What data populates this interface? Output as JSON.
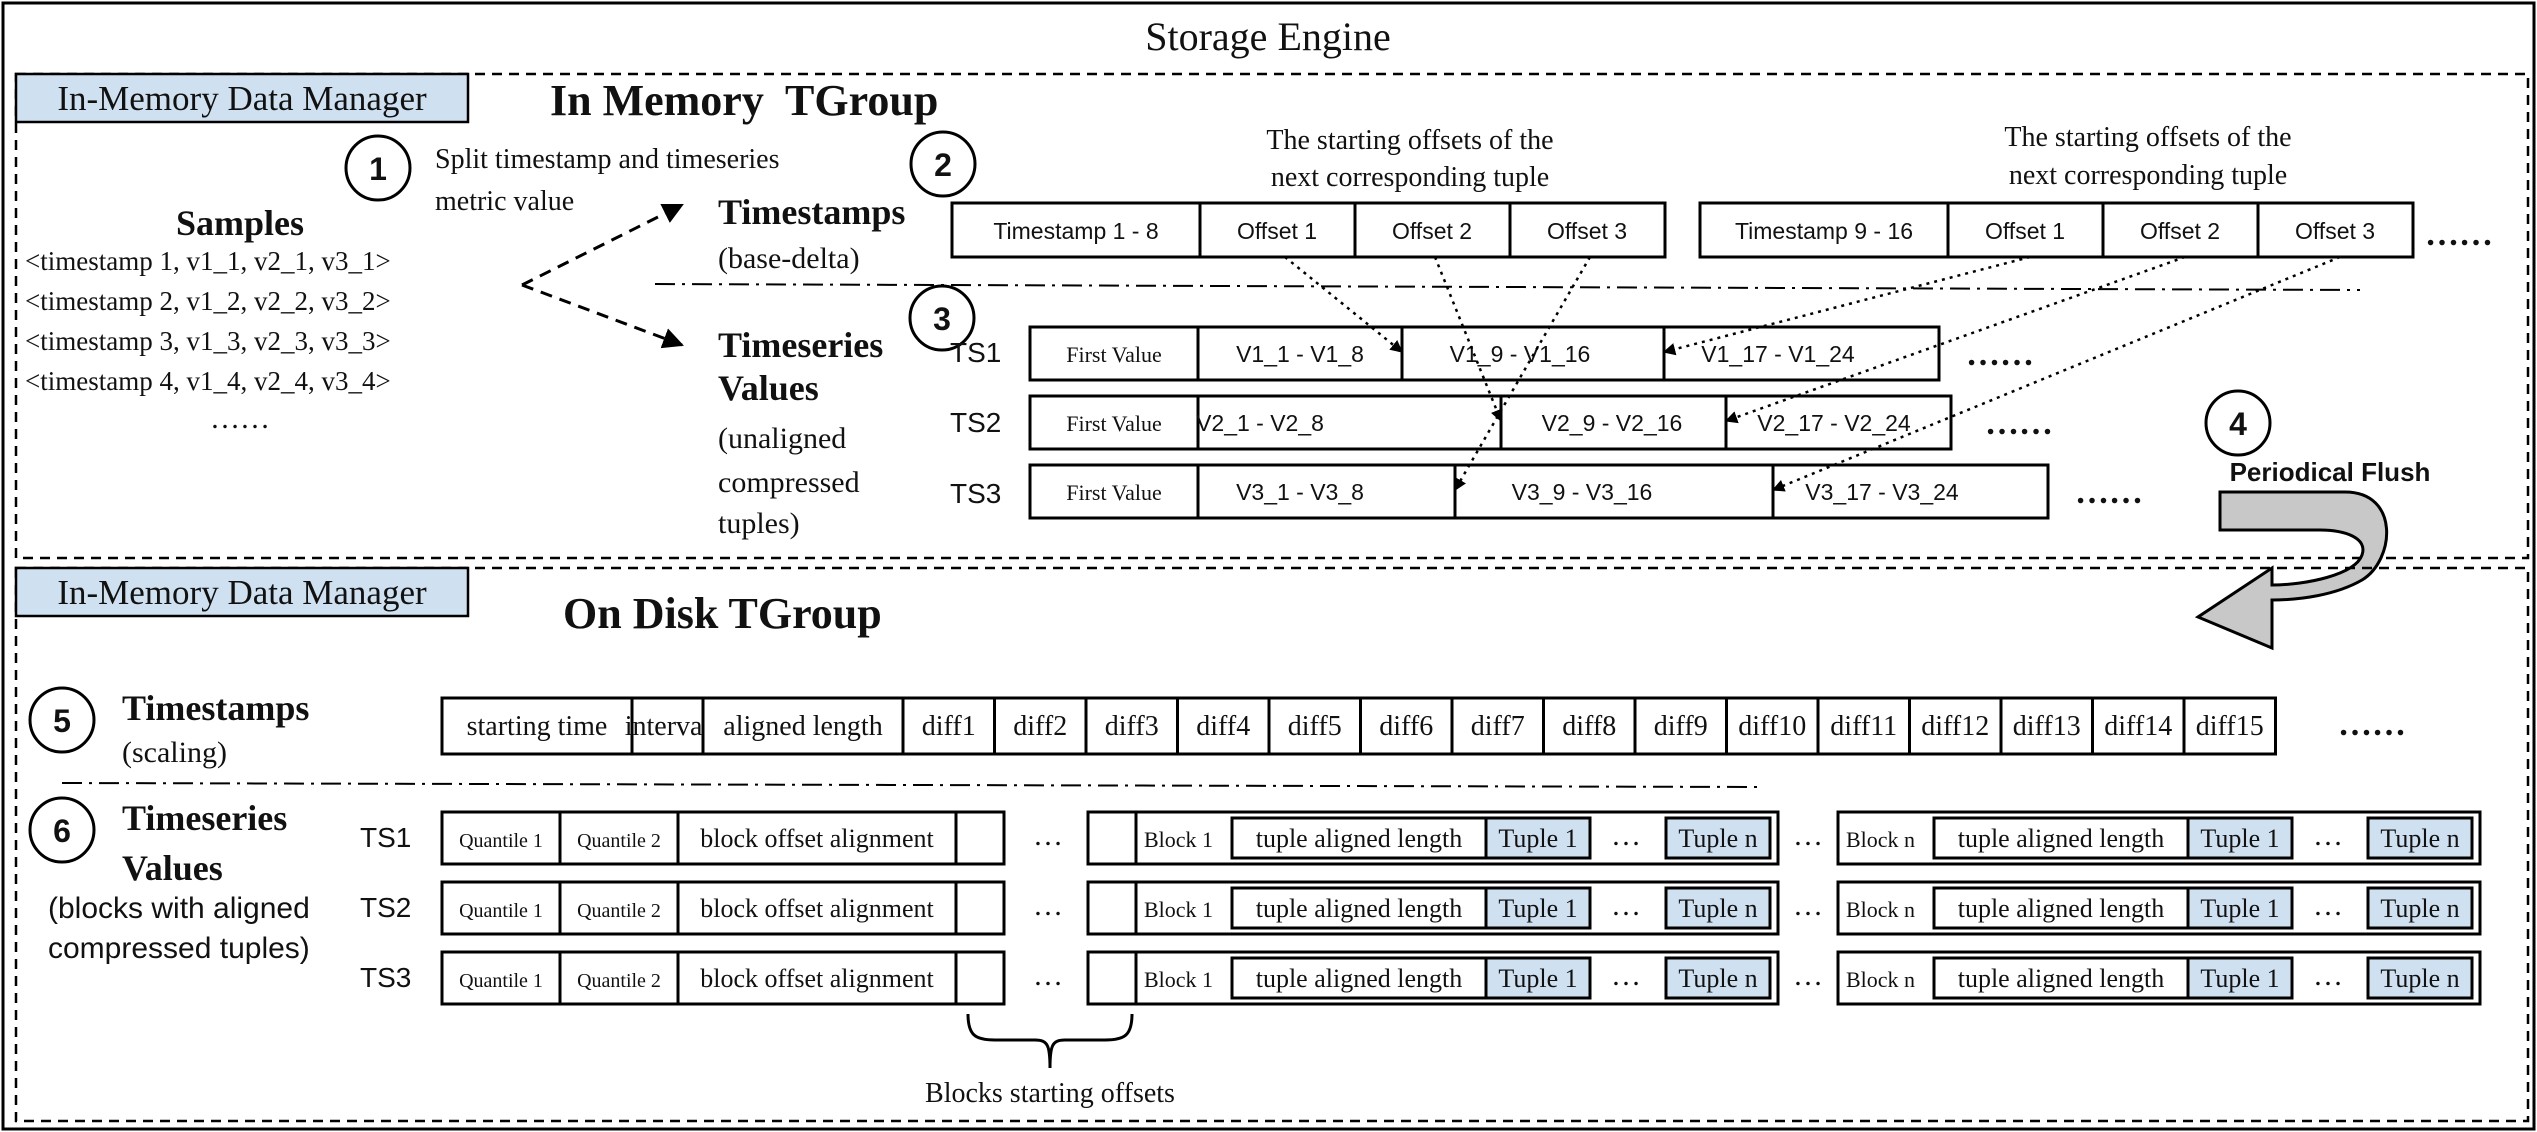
{
  "title": "Storage Engine",
  "colors": {
    "label_fill": "#cfe0f1",
    "stroke": "#000000",
    "background": "#ffffff",
    "flush_arrow": "#c8c8c8"
  },
  "memory_section": {
    "manager_label": "In-Memory Data Manager",
    "title": "In Memory  TGroup",
    "samples": {
      "heading": "Samples",
      "rows": [
        "<timestamp 1, v1_1, v2_1, v3_1>",
        "<timestamp 2, v1_2, v2_2, v3_2>",
        "<timestamp 3, v1_3, v2_3, v3_3>",
        "<timestamp 4, v1_4, v2_4, v3_4>"
      ],
      "more": "……"
    },
    "step1": {
      "number": "1",
      "text_line1": "Split timestamp and timeseries",
      "text_line2": "metric value"
    },
    "step2": {
      "number": "2"
    },
    "step3": {
      "number": "3"
    },
    "step4": {
      "number": "4",
      "label": "Periodical Flush"
    },
    "timestamps": {
      "heading": "Timestamps",
      "subheading": "(base-delta)",
      "offsets_note_line1": "The starting offsets of the",
      "offsets_note_line2": "next corresponding tuple",
      "group1": [
        "Timestamp 1 - 8",
        "Offset 1",
        "Offset 2",
        "Offset 3"
      ],
      "group2": [
        "Timestamp 9 - 16",
        "Offset 1",
        "Offset 2",
        "Offset 3"
      ],
      "more": "……"
    },
    "values": {
      "heading_line1": "Timeseries",
      "heading_line2": "Values",
      "sub_line1": "(unaligned",
      "sub_line2": "compressed",
      "sub_line3": "tuples)",
      "rows": [
        {
          "label": "TS1",
          "first": "First Value",
          "cells": [
            "V1_1 - V1_8",
            "V1_9 - V1_16",
            "V1_17 - V1_24"
          ],
          "more": "……"
        },
        {
          "label": "TS2",
          "first": "First Value",
          "cells": [
            "V2_1 - V2_8",
            "V2_9 - V2_16",
            "V2_17 - V2_24"
          ],
          "more": "……"
        },
        {
          "label": "TS3",
          "first": "First Value",
          "cells": [
            "V3_1 - V3_8",
            "V3_9 - V3_16",
            "V3_17 - V3_24"
          ],
          "more": "……"
        }
      ]
    }
  },
  "disk_section": {
    "manager_label": "In-Memory Data Manager",
    "title": "On Disk TGroup",
    "step5": {
      "number": "5"
    },
    "step6": {
      "number": "6"
    },
    "timestamps": {
      "heading": "Timestamps",
      "subheading": "(scaling)",
      "cells": [
        "starting time",
        "interval",
        "aligned length",
        "diff1",
        "diff2",
        "diff3",
        "diff4",
        "diff5",
        "diff6",
        "diff7",
        "diff8",
        "diff9",
        "diff10",
        "diff11",
        "diff12",
        "diff13",
        "diff14",
        "diff15"
      ],
      "more": "……"
    },
    "values": {
      "heading_line1": "Timeseries",
      "heading_line2": "Values",
      "sub_line1": "(blocks with aligned",
      "sub_line2": "compressed tuples)",
      "rows": [
        {
          "label": "TS1",
          "quantile1": "Quantile 1",
          "quantile2": "Quantile 2",
          "block_offset": "block offset alignment",
          "block_first": "Block 1",
          "block_last": "Block n",
          "tuple_len": "tuple aligned length",
          "tuple_first": "Tuple 1",
          "tuple_last": "Tuple n"
        },
        {
          "label": "TS2",
          "quantile1": "Quantile 1",
          "quantile2": "Quantile 2",
          "block_offset": "block offset alignment",
          "block_first": "Block 1",
          "block_last": "Block n",
          "tuple_len": "tuple aligned length",
          "tuple_first": "Tuple 1",
          "tuple_last": "Tuple n"
        },
        {
          "label": "TS3",
          "quantile1": "Quantile 1",
          "quantile2": "Quantile 2",
          "block_offset": "block offset alignment",
          "block_first": "Block 1",
          "block_last": "Block n",
          "tuple_len": "tuple aligned length",
          "tuple_first": "Tuple 1",
          "tuple_last": "Tuple n"
        }
      ],
      "ellipsis": "…",
      "blocks_note": "Blocks starting offsets"
    }
  }
}
